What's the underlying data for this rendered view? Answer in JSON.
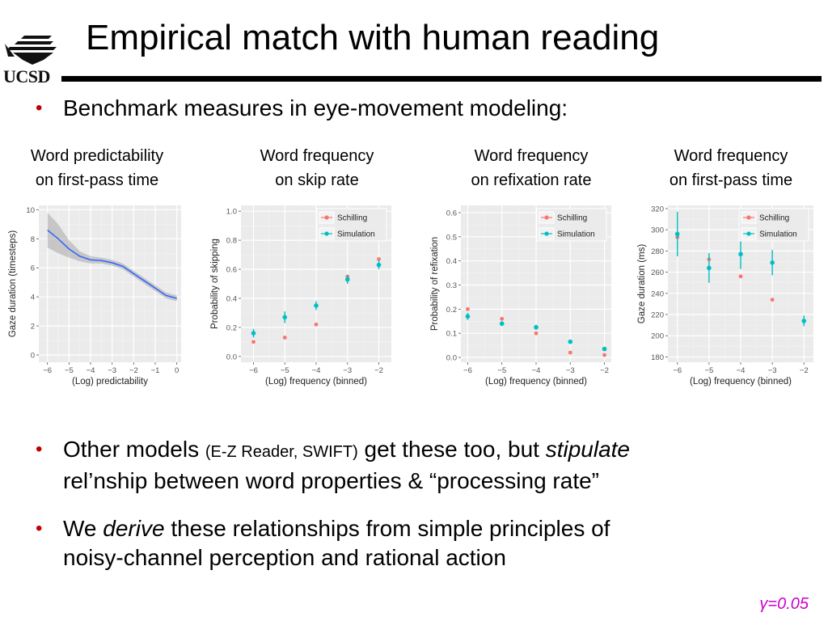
{
  "header": {
    "title": "Empirical match with human reading",
    "logo_text": "UCSD"
  },
  "bullets": {
    "b1": "Benchmark measures in eye-movement modeling:",
    "b2_line1_pre": "Other models ",
    "b2_small": "(E-Z Reader, SWIFT)",
    "b2_line1_mid": " get these too, but ",
    "b2_italic": "stipulate",
    "b2_line2": "rel’nship between word properties & “processing rate”",
    "b3_line1_pre": "We ",
    "b3_italic": "derive",
    "b3_line1_post": " these relationships from simple principles of",
    "b3_line2": "noisy-channel perception and rational action"
  },
  "footer": {
    "gamma": "γ=0.05"
  },
  "colors": {
    "schilling": "#f8766d",
    "simulation": "#00bfc4",
    "smooth": "#3366ff",
    "panel": "#ebebeb",
    "bullet": "#c00000",
    "gamma": "#cc00cc"
  },
  "chart_data": [
    {
      "type": "line",
      "heading": [
        "Word predictability",
        "on first-pass time"
      ],
      "xlabel": "(Log) predictability",
      "ylabel": "Gaze duration (timesteps)",
      "xlim": [
        -6.4,
        0.2
      ],
      "ylim": [
        -0.5,
        10.3
      ],
      "xticks": [
        -6,
        -5,
        -4,
        -3,
        -2,
        -1,
        0
      ],
      "yticks": [
        0,
        2,
        4,
        6,
        8,
        10
      ],
      "x": [
        -6,
        -5.5,
        -5,
        -4.5,
        -4,
        -3.5,
        -3,
        -2.5,
        -2,
        -1.5,
        -1,
        -0.5,
        0
      ],
      "y": [
        8.6,
        8.0,
        7.3,
        6.8,
        6.55,
        6.5,
        6.35,
        6.1,
        5.6,
        5.1,
        4.6,
        4.1,
        3.9
      ],
      "band": [
        1.2,
        1.0,
        0.6,
        0.35,
        0.25,
        0.2,
        0.2,
        0.2,
        0.2,
        0.2,
        0.2,
        0.2,
        0.2
      ],
      "legend": []
    },
    {
      "type": "scatter",
      "heading": [
        "Word frequency",
        "on skip rate"
      ],
      "xlabel": "(Log) frequency (binned)",
      "ylabel": "Probability of skipping",
      "xlim": [
        -6.4,
        -1.6
      ],
      "ylim": [
        -0.04,
        1.04
      ],
      "xticks": [
        -6,
        -5,
        -4,
        -3,
        -2
      ],
      "yticks": [
        0.0,
        0.2,
        0.4,
        0.6,
        0.8,
        1.0
      ],
      "ytick_labels": [
        "0.0",
        "0.2",
        "0.4",
        "0.6",
        "0.8",
        "1.0"
      ],
      "legend": [
        "Schilling",
        "Simulation"
      ],
      "series": [
        {
          "name": "Schilling",
          "x": [
            -6,
            -5,
            -4,
            -3,
            -2
          ],
          "y": [
            0.1,
            0.13,
            0.22,
            0.55,
            0.67
          ]
        },
        {
          "name": "Simulation",
          "x": [
            -6,
            -5,
            -4,
            -3,
            -2
          ],
          "y": [
            0.16,
            0.27,
            0.35,
            0.53,
            0.63
          ],
          "err": [
            0.03,
            0.04,
            0.03,
            0.03,
            0.03
          ]
        }
      ]
    },
    {
      "type": "scatter",
      "heading": [
        "Word frequency",
        "on refixation rate"
      ],
      "xlabel": "(Log) frequency (binned)",
      "ylabel": "Probability of refixation",
      "xlim": [
        -6.2,
        -1.8
      ],
      "ylim": [
        -0.02,
        0.63
      ],
      "xticks": [
        -6,
        -5,
        -4,
        -3,
        -2
      ],
      "yticks": [
        0.0,
        0.1,
        0.2,
        0.3,
        0.4,
        0.5,
        0.6
      ],
      "ytick_labels": [
        "0.0",
        "0.1",
        "0.2",
        "0.3",
        "0.4",
        "0.5",
        "0.6"
      ],
      "legend": [
        "Schilling",
        "Simulation"
      ],
      "series": [
        {
          "name": "Schilling",
          "x": [
            -6,
            -5,
            -4,
            -3,
            -2
          ],
          "y": [
            0.2,
            0.16,
            0.1,
            0.02,
            0.01
          ]
        },
        {
          "name": "Simulation",
          "x": [
            -6,
            -5,
            -4,
            -3,
            -2
          ],
          "y": [
            0.17,
            0.14,
            0.125,
            0.065,
            0.035
          ],
          "err": [
            0.015,
            0.01,
            0.01,
            0.008,
            0.008
          ]
        }
      ]
    },
    {
      "type": "scatter",
      "heading": [
        "Word frequency",
        "on first-pass time"
      ],
      "xlabel": "(Log) frequency (binned)",
      "ylabel": "Gaze duration (ms)",
      "xlim": [
        -6.3,
        -1.7
      ],
      "ylim": [
        175,
        323
      ],
      "xticks": [
        -6,
        -5,
        -4,
        -3,
        -2
      ],
      "yticks": [
        180,
        200,
        220,
        240,
        260,
        280,
        300,
        320
      ],
      "legend": [
        "Schilling",
        "Simulation"
      ],
      "series": [
        {
          "name": "Schilling",
          "x": [
            -6,
            -5,
            -4,
            -3,
            -2
          ],
          "y": [
            293,
            272,
            256,
            234,
            214
          ]
        },
        {
          "name": "Simulation",
          "x": [
            -6,
            -5,
            -4,
            -3,
            -2
          ],
          "y": [
            296,
            264,
            277,
            269,
            214
          ],
          "err": [
            21,
            14,
            14,
            12,
            5
          ]
        }
      ]
    }
  ]
}
